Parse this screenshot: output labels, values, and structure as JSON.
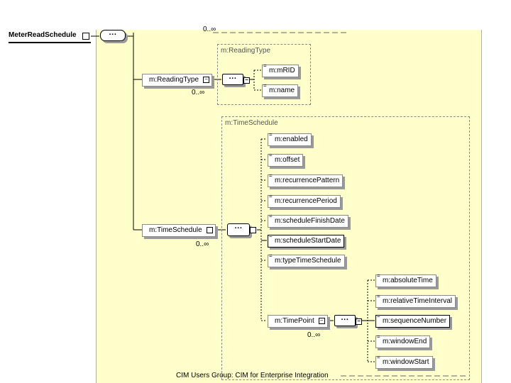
{
  "root": {
    "label": "MeterReadSchedule"
  },
  "top": {
    "seq_symbol": "···",
    "cardinality": "0..∞"
  },
  "reading_type": {
    "group_label": "m:ReadingType",
    "element": "m:ReadingType",
    "cardinality": "0..∞",
    "seq_symbol": "···",
    "children": [
      "m:mRID",
      "m:name"
    ]
  },
  "time_schedule": {
    "group_label": "m:TimeSchedule",
    "element": "m:TimeSchedule",
    "cardinality": "0..∞",
    "seq_symbol": "···",
    "children": [
      "m:enabled",
      "m:offset",
      "m:recurrencePattern",
      "m:recurrencePeriod",
      "m:scheduleFinishDate",
      "m:scheduleStartDate",
      "m:typeTimeSchedule"
    ],
    "time_point": {
      "element": "m:TimePoint",
      "cardinality": "0..∞",
      "seq_symbol": "···",
      "children": [
        "m:absoluteTime",
        "m:relativeTimeInterval",
        "m:sequenceNumber",
        "m:windowEnd",
        "m:windowStart"
      ]
    }
  },
  "toggle_symbol": "−",
  "footer": "CIM Users Group: CIM for Enterprise Integration",
  "colors": {
    "diagram_background": "#ffffcc",
    "border": "#8a8a8a",
    "shadow": "#9a9a9a"
  }
}
